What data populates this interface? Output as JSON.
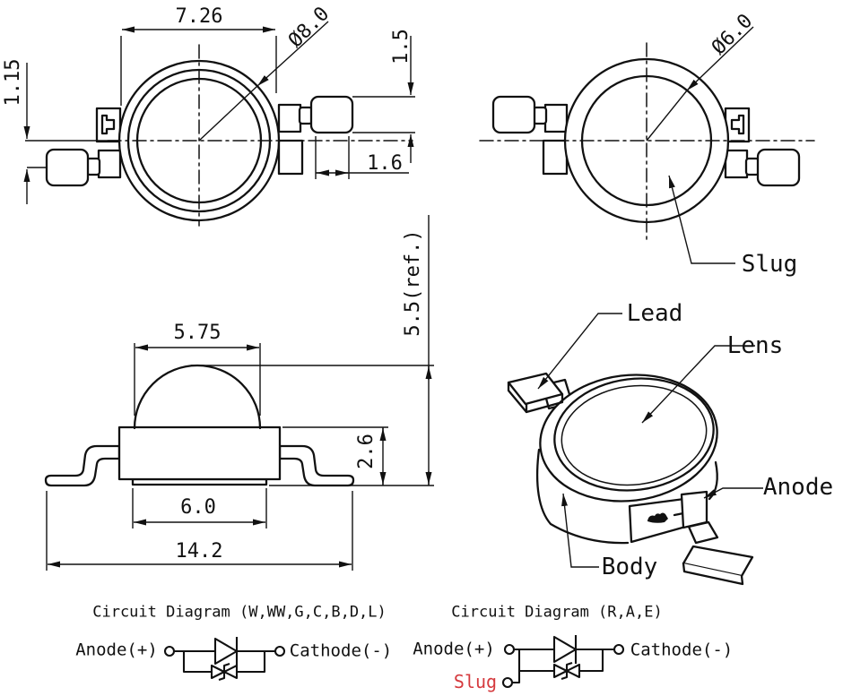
{
  "views": {
    "top": {
      "width": "7.26",
      "lens_diameter": "Ø8.0",
      "lead_offset": "1.15",
      "lead_width": "1.5",
      "lead_length": "1.6"
    },
    "bottom": {
      "slug_diameter": "Ø6.0",
      "slug_label": "Slug"
    },
    "side": {
      "lens_width": "5.75",
      "base_width": "6.0",
      "lead_span": "14.2",
      "body_height": "2.6",
      "overall_height": "5.5(ref.)"
    },
    "iso": {
      "lead": "Lead",
      "lens": "Lens",
      "anode": "Anode",
      "body": "Body"
    }
  },
  "circuits": [
    {
      "title": "Circuit Diagram (W,WW,G,C,B,D,L)",
      "anode": "Anode(+)",
      "cathode": "Cathode(-)"
    },
    {
      "title": "Circuit Diagram (R,A,E)",
      "anode": "Anode(+)",
      "cathode": "Cathode(-)",
      "slug": "Slug"
    }
  ],
  "colors": {
    "line": "#111111",
    "slug_label_red": "#d53a3e",
    "background": "#ffffff"
  }
}
